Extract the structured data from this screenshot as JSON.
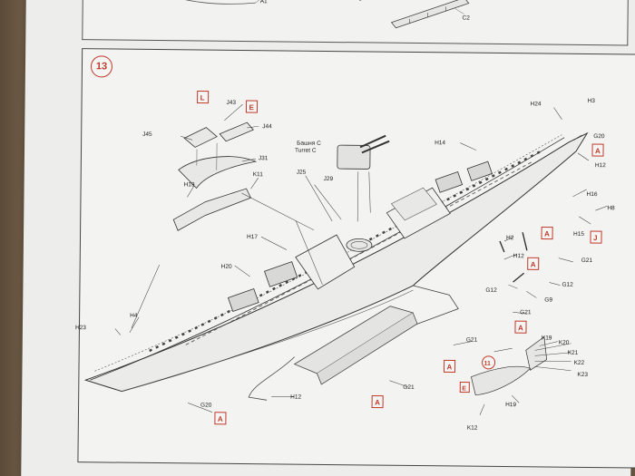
{
  "step": {
    "number": "13"
  },
  "top_labels": {
    "a1": "A1",
    "c2": "C2"
  },
  "turret": {
    "line1": "Башня C",
    "line2": "Turret C"
  },
  "part_labels": {
    "j43": "J43",
    "j44": "J44",
    "j45": "J45",
    "j31": "J31",
    "k11": "K11",
    "h19_left": "H19",
    "j25": "J25",
    "j29": "J29",
    "h17": "H17",
    "h20": "H20",
    "h4": "H4",
    "h23": "H23",
    "g20_bottom": "G20",
    "h12_bottom": "H12",
    "h14": "H14",
    "h24": "H24",
    "h3": "H3",
    "g20_right": "G20",
    "h12_right": "H12",
    "h16": "H16",
    "h8": "H8",
    "h15": "H15",
    "h2": "H2",
    "h12_mid": "H12",
    "g21_a": "G21",
    "g12_left": "G12",
    "g12_right": "G12",
    "g9": "G9",
    "g21_b": "G21",
    "g21_c": "G21",
    "g21_d": "G21",
    "h19_bottom": "H19",
    "k12": "K12",
    "k19": "K19",
    "k20": "K20",
    "k21": "K21",
    "k22": "K22",
    "k23": "K23",
    "n11": "11"
  },
  "callouts": {
    "l": "L",
    "e": "E",
    "a_right_top": "A",
    "a_right_mid": "A",
    "j": "J",
    "a_center": "A",
    "a_right_low": "A",
    "a_bottom_left": "A",
    "a_bottom_center": "A",
    "a_bottom_right": "A",
    "e_small": "E"
  }
}
